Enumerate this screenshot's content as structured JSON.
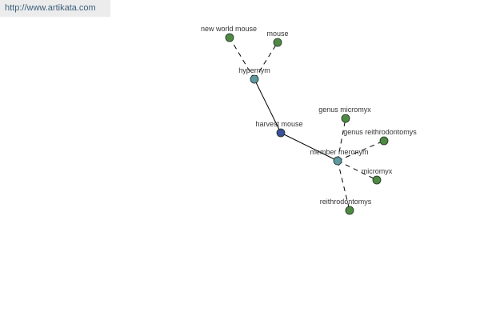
{
  "url": "http://www.artikata.com",
  "colors": {
    "central": "#3b4f9a",
    "relation": "#5c9aa3",
    "leaf": "#4f8a44",
    "edge": "#000000"
  },
  "nodes": [
    {
      "id": "harvest-mouse",
      "label": "harvest mouse",
      "kind": "central"
    },
    {
      "id": "hypernym",
      "label": "hypernym",
      "kind": "relation"
    },
    {
      "id": "member-meronym",
      "label": "member meronym",
      "kind": "relation"
    },
    {
      "id": "new-world-mouse",
      "label": "new world mouse",
      "kind": "leaf"
    },
    {
      "id": "mouse",
      "label": "mouse",
      "kind": "leaf"
    },
    {
      "id": "genus-micromyx",
      "label": "genus micromyx",
      "kind": "leaf"
    },
    {
      "id": "genus-reithrodontomys",
      "label": "genus reithrodontomys",
      "kind": "leaf"
    },
    {
      "id": "micromyx",
      "label": "micromyx",
      "kind": "leaf"
    },
    {
      "id": "reithrodontomys",
      "label": "reithrodontomys",
      "kind": "leaf"
    }
  ],
  "edges": [
    {
      "from": "harvest-mouse",
      "to": "hypernym",
      "style": "solid"
    },
    {
      "from": "harvest-mouse",
      "to": "member-meronym",
      "style": "solid"
    },
    {
      "from": "hypernym",
      "to": "new-world-mouse",
      "style": "dashed"
    },
    {
      "from": "hypernym",
      "to": "mouse",
      "style": "dashed"
    },
    {
      "from": "member-meronym",
      "to": "genus-micromyx",
      "style": "dashed"
    },
    {
      "from": "member-meronym",
      "to": "genus-reithrodontomys",
      "style": "dashed"
    },
    {
      "from": "member-meronym",
      "to": "micromyx",
      "style": "dashed"
    },
    {
      "from": "member-meronym",
      "to": "reithrodontomys",
      "style": "dashed"
    }
  ]
}
